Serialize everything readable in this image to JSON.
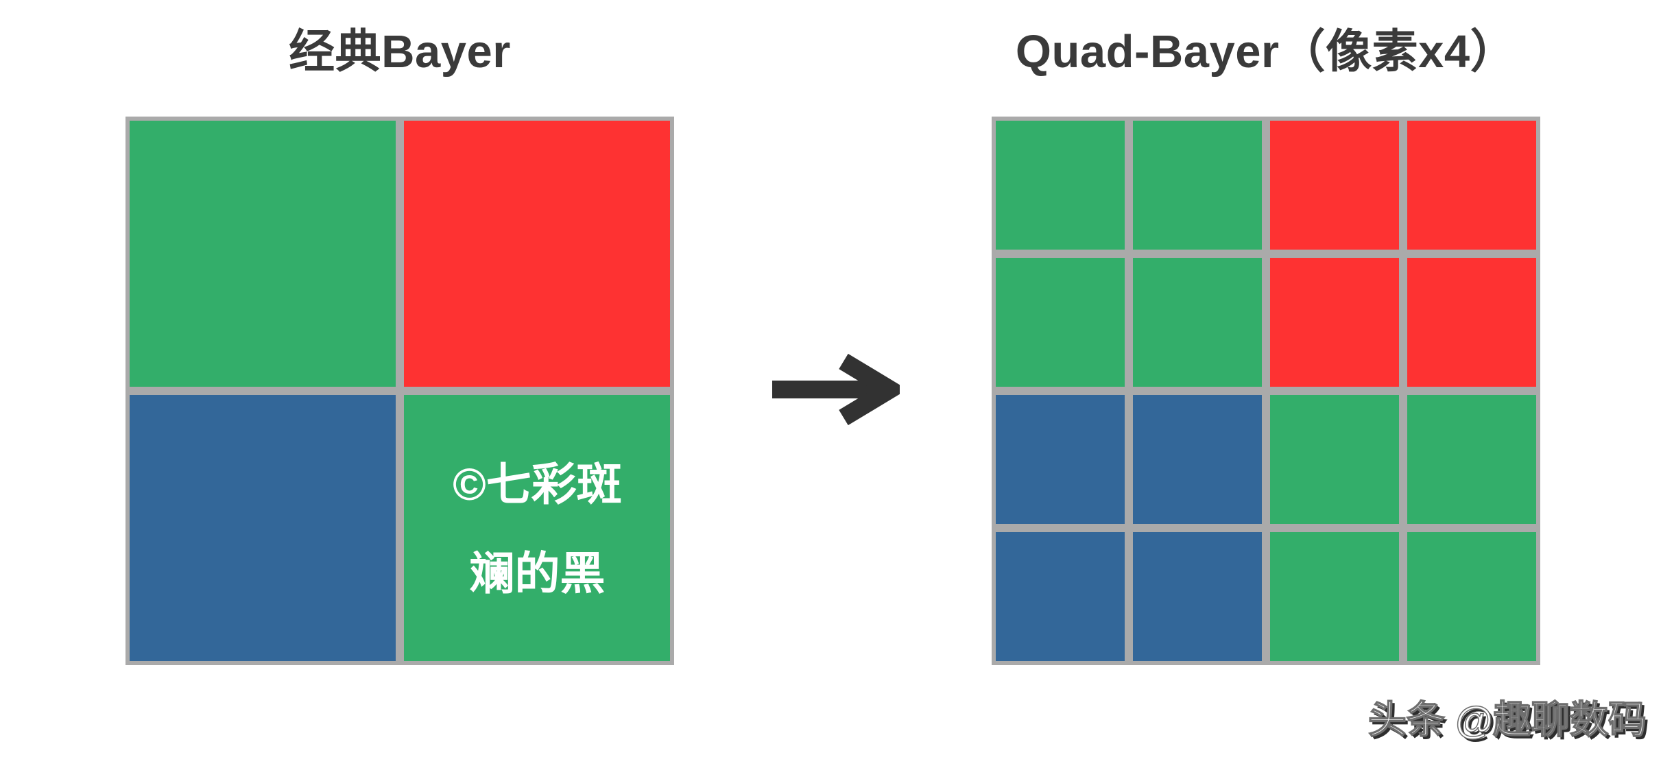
{
  "left_panel": {
    "title": "经典Bayer",
    "grid": {
      "rows": 2,
      "cols": 2,
      "cells": [
        "green",
        "red",
        "blue",
        "green"
      ]
    },
    "watermark": {
      "line1": "©七彩斑",
      "line2": "斓的黑"
    }
  },
  "right_panel": {
    "title": "Quad-Bayer（像素x4）",
    "grid": {
      "rows": 4,
      "cols": 4,
      "cells": [
        "green",
        "green",
        "red",
        "red",
        "green",
        "green",
        "red",
        "red",
        "blue",
        "blue",
        "green",
        "green",
        "blue",
        "blue",
        "green",
        "green"
      ]
    }
  },
  "footer": {
    "watermark": "头条 @趣聊数码"
  },
  "colors": {
    "green": "#33ae6a",
    "red": "#fe3232",
    "blue": "#336799",
    "grid_line": "#aaaaaa",
    "title_text": "#3a3a3a",
    "arrow": "#323232",
    "watermark_text": "#ffffff",
    "footer_shadow": "#2e2e2e"
  }
}
